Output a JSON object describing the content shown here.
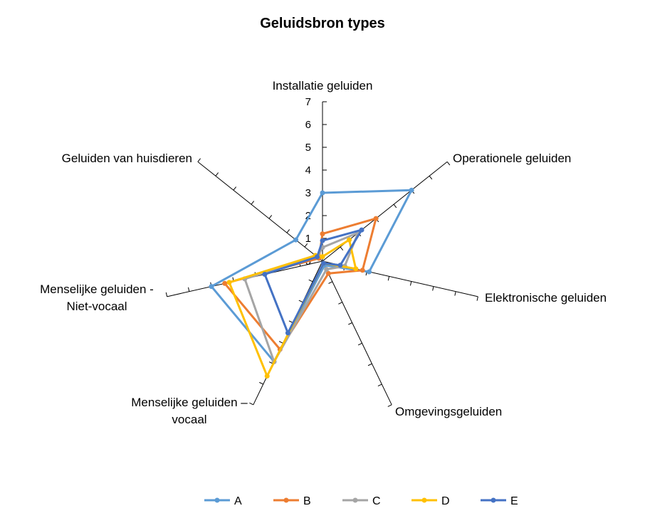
{
  "chart_data": {
    "type": "radar",
    "title": "Geluidsbron types",
    "categories": [
      "Installatie geluiden",
      "Operationele geluiden",
      "Elektronische geluiden",
      "Omgevingsgeluiden",
      "Menselijke geluiden – vocaal",
      "Menselijke geluiden - Niet-vocaal",
      "Geluiden van huisdieren"
    ],
    "category_lines": [
      [
        "Installatie geluiden"
      ],
      [
        "Operationele geluiden"
      ],
      [
        "Elektronische geluiden"
      ],
      [
        "Omgevingsgeluiden"
      ],
      [
        "Menselijke geluiden –",
        "vocaal"
      ],
      [
        "Menselijke geluiden -",
        "Niet-vocaal"
      ],
      [
        "Geluiden van huisdieren"
      ]
    ],
    "ylim": [
      0,
      7
    ],
    "ticks": [
      "0",
      "1",
      "2",
      "3",
      "4",
      "5",
      "6",
      "7"
    ],
    "legend_position": "bottom",
    "series": [
      {
        "name": "A",
        "color": "#5B9BD5",
        "values": [
          3.0,
          5.0,
          2.1,
          0.2,
          4.9,
          5.0,
          1.5
        ]
      },
      {
        "name": "B",
        "color": "#ED7D31",
        "values": [
          1.2,
          3.0,
          1.8,
          0.6,
          4.3,
          4.4,
          0.2
        ]
      },
      {
        "name": "C",
        "color": "#A5A5A5",
        "values": [
          0.6,
          2.0,
          1.0,
          0.4,
          4.9,
          3.5,
          0.3
        ]
      },
      {
        "name": "D",
        "color": "#FFC000",
        "values": [
          0.2,
          1.5,
          1.5,
          0.1,
          5.6,
          4.2,
          0.4
        ]
      },
      {
        "name": "E",
        "color": "#4472C4",
        "values": [
          0.9,
          2.2,
          0.8,
          0.1,
          3.5,
          2.6,
          0.3
        ]
      }
    ]
  }
}
